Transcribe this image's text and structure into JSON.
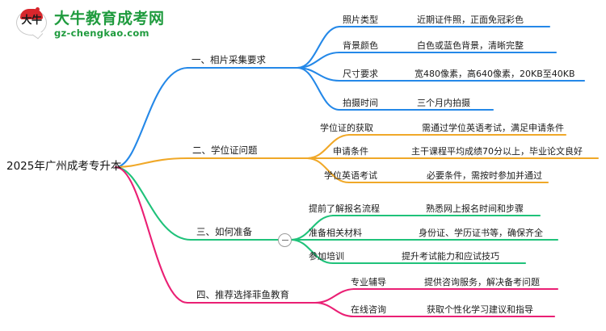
{
  "logo": {
    "mark_text": "大牛",
    "title": "大牛教育成考网",
    "url": "gz-chengkao.com",
    "brand_color": "#1f9b3e",
    "cap_color": "#d8262c"
  },
  "mindmap": {
    "root": {
      "label": "2025年广州成考专升本"
    },
    "branches": [
      {
        "label": "一、相片采集要求",
        "color": "#2488e8",
        "children": [
          {
            "label": "照片类型",
            "detail": "近期证件照，正面免冠彩色"
          },
          {
            "label": "背景颜色",
            "detail": "白色或蓝色背景，清晰完整"
          },
          {
            "label": "尺寸要求",
            "detail": "宽480像素，高640像素，20KB至40KB"
          },
          {
            "label": "拍摄时间",
            "detail": "三个月内拍摄"
          }
        ]
      },
      {
        "label": "二、学位证问题",
        "color": "#f0a828",
        "children": [
          {
            "label": "学位证的获取",
            "detail": "需通过学位英语考试，满足申请条件"
          },
          {
            "label": "申请条件",
            "detail": "主干课程平均成绩70分以上，毕业论文良好"
          },
          {
            "label": "学位英语考试",
            "detail": "必要条件，需按时参加并通过"
          }
        ]
      },
      {
        "label": "三、如何准备",
        "color": "#1fc27a",
        "collapse_toggle": "minus",
        "children": [
          {
            "label": "提前了解报名流程",
            "detail": "熟悉网上报名时间和步骤"
          },
          {
            "label": "准备相关材料",
            "detail": "身份证、学历证书等，确保齐全"
          },
          {
            "label": "参加培训",
            "detail": "提升考试能力和应试技巧"
          }
        ]
      },
      {
        "label": "四、推荐选择菲鱼教育",
        "color": "#ea1f74",
        "children": [
          {
            "label": "专业辅导",
            "detail": "提供咨询服务，解决备考问题"
          },
          {
            "label": "在线咨询",
            "detail": "获取个性化学习建议和指导"
          }
        ]
      }
    ]
  }
}
